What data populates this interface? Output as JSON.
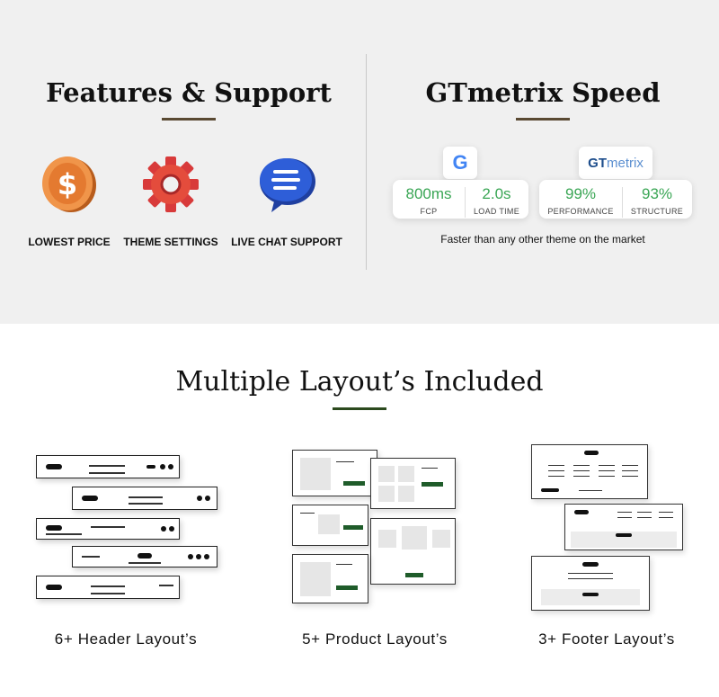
{
  "features": {
    "title": "Features & Support",
    "items": [
      {
        "label": "LOWEST PRICE",
        "icon": "dollar-coin-icon"
      },
      {
        "label": "THEME SETTINGS",
        "icon": "gear-icon"
      },
      {
        "label": "LIVE CHAT SUPPORT",
        "icon": "chat-bubble-icon"
      }
    ]
  },
  "speed": {
    "title": "GTmetrix Speed",
    "google": {
      "logo": "G",
      "metrics": [
        {
          "value": "800ms",
          "label": "FCP"
        },
        {
          "value": "2.0s",
          "label": "LOAD TIME"
        }
      ]
    },
    "gtmetrix": {
      "logo_gt": "GT",
      "logo_rest": "metrix",
      "metrics": [
        {
          "value": "99%",
          "label": "PERFORMANCE"
        },
        {
          "value": "93%",
          "label": "STRUCTURE"
        }
      ]
    },
    "caption": "Faster than any other theme on the market"
  },
  "layouts": {
    "title": "Multiple Layout’s Included",
    "items": [
      {
        "label": "6+ Header Layout’s"
      },
      {
        "label": "5+ Product Layout’s"
      },
      {
        "label": "3+ Footer Layout’s"
      }
    ]
  },
  "colors": {
    "green": "#3aa655",
    "underline_brown": "#5a4a33",
    "underline_green": "#2c4a1e",
    "product_button": "#1f5c2a"
  }
}
